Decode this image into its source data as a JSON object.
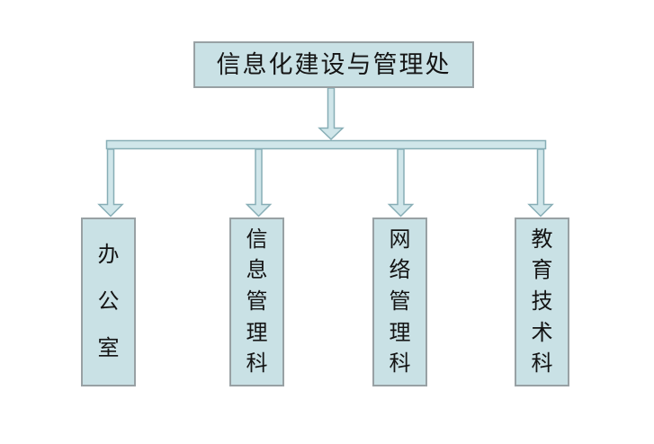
{
  "diagram": {
    "type": "org-chart",
    "root": {
      "label": "信息化建设与管理处"
    },
    "children": [
      {
        "label": "办公室"
      },
      {
        "label": "信息管理科"
      },
      {
        "label": "网络管理科"
      },
      {
        "label": "教育技术科"
      }
    ],
    "connectors": {
      "style": "hollow-block-arrows-with-distribution-bar",
      "arrow_count": 5
    },
    "colors": {
      "background": "#ffffff",
      "box_fill": "#c9e1e5",
      "box_border": "#98a1a4",
      "connector_fill": "#d0e6ea",
      "connector_border": "#87aeb6",
      "text": "#141414"
    }
  }
}
